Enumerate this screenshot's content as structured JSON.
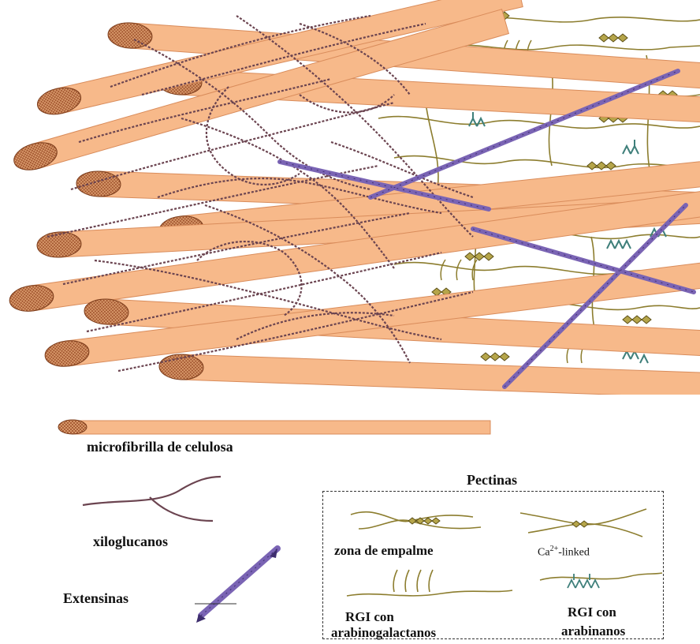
{
  "legend": {
    "microfibril": "microfibrilla de celulosa",
    "xyloglucan": "xiloglucanos",
    "extensin": "Extensinas",
    "pectins": {
      "title": "Pectinas",
      "junction_zone": "zona de empalme",
      "ca_linked_prefix": "Ca",
      "ca_linked_sup": "2+",
      "ca_linked_suffix": "-linked",
      "rgi_arabinogalactans_line1": "RGI con",
      "rgi_arabinogalactans_line2": "arabinogalactanos",
      "rgi_arabinans_line1": "RGI con",
      "rgi_arabinans_line2": "arabinanos"
    }
  },
  "colors": {
    "cellulose_fill": "#F7B98A",
    "cellulose_end": "#A0522D",
    "xyloglucan": "#6B4450",
    "pectin": "#8C7D2E",
    "extensin": "#7A64B4",
    "rgi_arabinan": "#3E7F7A"
  }
}
